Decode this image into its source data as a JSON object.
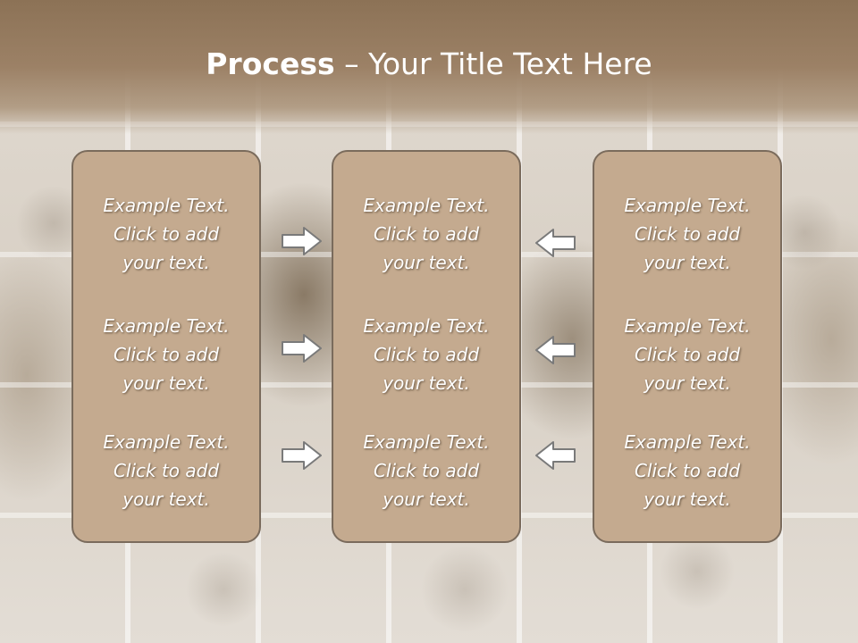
{
  "title": {
    "bold": "Process",
    "rest": " – Your Title Text Here"
  },
  "columns": [
    {
      "items": [
        {
          "line1": "Example Text.",
          "line2": "Click  to add",
          "line3": "your text."
        },
        {
          "line1": "Example Text.",
          "line2": "Click  to add",
          "line3": "your text."
        },
        {
          "line1": "Example Text.",
          "line2": "Click  to add",
          "line3": "your text."
        }
      ]
    },
    {
      "items": [
        {
          "line1": "Example Text.",
          "line2": "Click  to add",
          "line3": "your text."
        },
        {
          "line1": "Example Text.",
          "line2": "Click  to add",
          "line3": "your text."
        },
        {
          "line1": "Example Text.",
          "line2": "Click  to add",
          "line3": "your text."
        }
      ]
    },
    {
      "items": [
        {
          "line1": "Example Text.",
          "line2": "Click  to add",
          "line3": "your text."
        },
        {
          "line1": "Example Text.",
          "line2": "Click  to add",
          "line3": "your text."
        },
        {
          "line1": "Example Text.",
          "line2": "Click  to add",
          "line3": "your text."
        }
      ]
    }
  ],
  "icons": {
    "left_arrows": "arrow-right-icon",
    "right_arrows": "arrow-left-icon"
  },
  "colors": {
    "title_bar": "#8c7256",
    "box_fill": "#c4aa8f",
    "box_border": "#7a6b5c",
    "arrow_fill": "#ffffff",
    "arrow_stroke": "#7a7a7a"
  }
}
